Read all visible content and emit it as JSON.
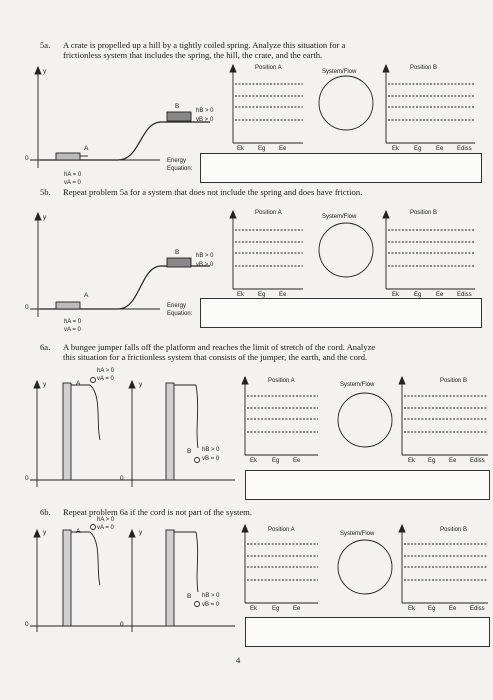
{
  "problems": {
    "p5a": {
      "number": "5a.",
      "text_line1": "A crate is propelled up a hill by a tightly coiled spring. Analyze this situation for a",
      "text_line2": "frictionless system that includes the spring, the hill, the crate, and the earth."
    },
    "p5b": {
      "number": "5b.",
      "text": "Repeat problem 5a for a system that does not include the spring and does have friction."
    },
    "p6a": {
      "number": "6a.",
      "text_line1": "A bungee jumper falls off the platform and reaches the limit of stretch of the cord. Analyze",
      "text_line2": "this situation for a frictionless system that consists of the jumper, the earth, and the cord."
    },
    "p6b": {
      "number": "6b.",
      "text": "Repeat problem 6a if the cord is not part of the system."
    }
  },
  "labels": {
    "position_a": "Position A",
    "position_b": "Position B",
    "system_flow": "System/Flow",
    "energy_equation_l1": "Energy",
    "energy_equation_l2": "Equation:",
    "axis_y": "y",
    "axis_0": "0",
    "point_a": "A",
    "point_b": "B",
    "hb_gt0": "hB > 0",
    "vb_gt0": "vB > 0",
    "vb_eq0": "vB = 0",
    "ha_eq0": "hA = 0",
    "va_eq0": "vA = 0",
    "ha_gt0": "hA > 0",
    "bar_labels_a": [
      "Ek",
      "Eg",
      "Ee"
    ],
    "bar_labels_b": [
      "Ek",
      "Eg",
      "Ee",
      "Ediss"
    ],
    "page_number": "4"
  }
}
